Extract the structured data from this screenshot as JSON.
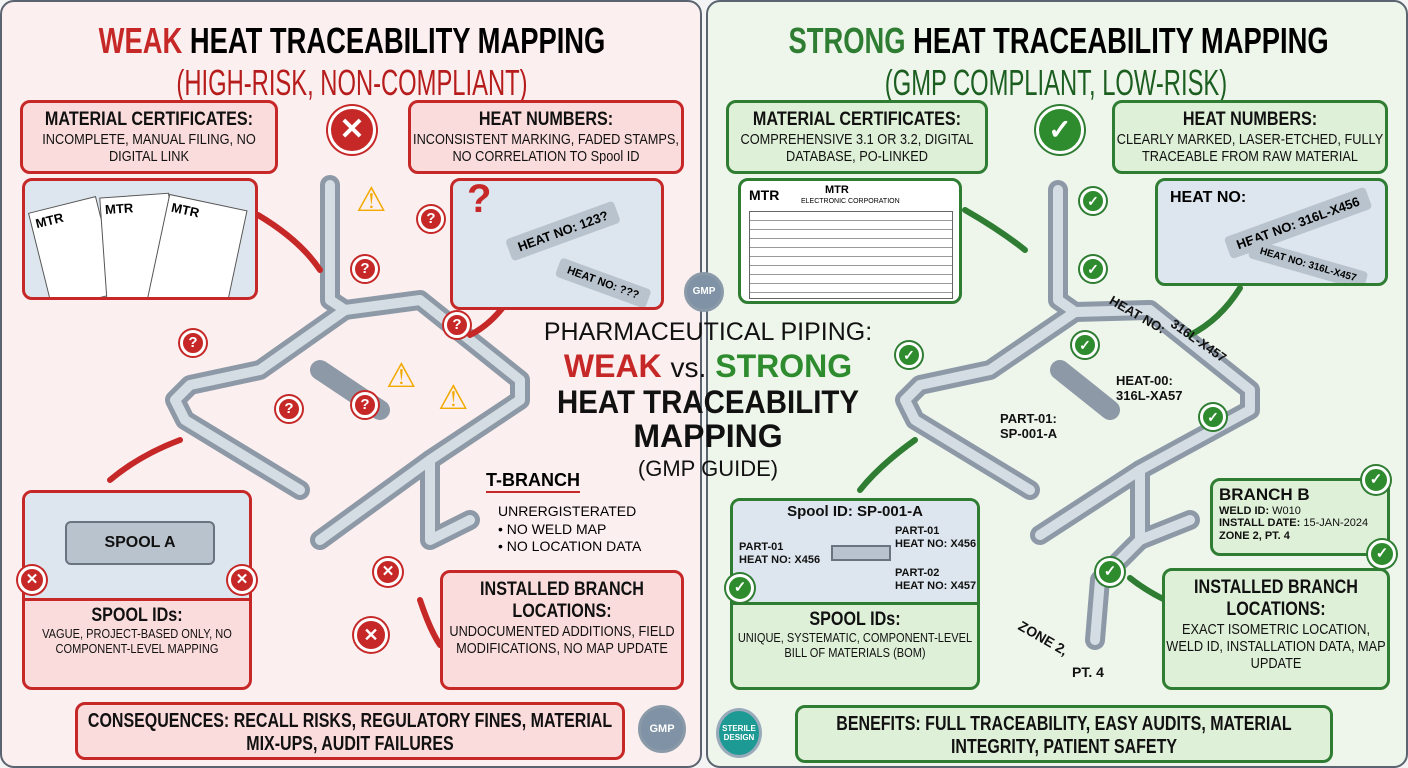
{
  "center": {
    "line1": "PHARMACEUTICAL PIPING:",
    "weak": "WEAK",
    "vs": "vs.",
    "strong": "STRONG",
    "line3": "HEAT TRACEABILITY",
    "line4": "MAPPING",
    "line5": "(GMP GUIDE)"
  },
  "weak": {
    "title_accent": "WEAK",
    "title_rest": " HEAT TRACEABILITY MAPPING",
    "subtitle": "(HIGH-RISK, NON-COMPLIANT)",
    "certificates": {
      "heading": "MATERIAL CERTIFICATES:",
      "body": "INCOMPLETE, MANUAL FILING, NO DIGITAL LINK"
    },
    "heat_numbers": {
      "heading": "HEAT NUMBERS:",
      "body": "INCONSISTENT MARKING, FADED STAMPS, NO CORRELATION TO Spool ID"
    },
    "mtr_labels": [
      "MTR",
      "MTR",
      "MTR"
    ],
    "heat_marks": [
      "HEAT NO: 123?",
      "HEAT NO: ???"
    ],
    "spool_label": "SPOOL A",
    "spool_ids": {
      "heading": "SPOOL IDs:",
      "body": "VAGUE, PROJECT-BASED ONLY, NO COMPONENT-LEVEL MAPPING"
    },
    "t_branch": {
      "heading": "T-BRANCH",
      "lines": [
        "UNRERGISTERATED",
        "• NO WELD MAP",
        "• NO LOCATION DATA"
      ]
    },
    "branch_locations": {
      "heading": "INSTALLED BRANCH LOCATIONS:",
      "body": "UNDOCUMENTED ADDITIONS, FIELD MODIFICATIONS, NO MAP UPDATE"
    },
    "consequences": "CONSEQUENCES: RECALL RISKS, REGULATORY FINES, MATERIAL MIX-UPS, AUDIT FAILURES",
    "seal": "GMP",
    "color": "#c62828"
  },
  "strong": {
    "title_accent": "STRONG",
    "title_rest": " HEAT TRACEABILITY MAPPING",
    "subtitle": "(GMP COMPLIANT, LOW-RISK)",
    "certificates": {
      "heading": "MATERIAL CERTIFICATES:",
      "body": "COMPREHENSIVE 3.1 OR 3.2, DIGITAL DATABASE, PO-LINKED"
    },
    "heat_numbers": {
      "heading": "HEAT NUMBERS:",
      "body": "CLEARLY MARKED, LASER-ETCHED, FULLY TRACEABLE FROM RAW MATERIAL"
    },
    "mtr_doc": {
      "left": "MTR",
      "title": "MTR",
      "subtitle": "ELECTRONIC CORPORATION"
    },
    "heat_image": {
      "label": "HEAT NO:",
      "marks": [
        "HEAT NO: 316L-X456",
        "HEAT NO: 316L-X457"
      ]
    },
    "pipe_labels": {
      "heat_no": "HEAT NO:",
      "heat_val": "316L-X457",
      "heat00": "HEAT-00:",
      "heat00_val": "316L-XA57",
      "part": "PART-01:",
      "part_val": "SP-001-A"
    },
    "spool_image": {
      "title": "Spool ID: SP-001-A",
      "parts": [
        {
          "name": "PART-01",
          "heat": "HEAT NO: X456"
        },
        {
          "name": "PART-01",
          "heat": "HEAT NO: X456"
        },
        {
          "name": "PART-02",
          "heat": "HEAT NO: X457"
        }
      ]
    },
    "spool_ids": {
      "heading": "SPOOL IDs:",
      "body": "UNIQUE, SYSTEMATIC, COMPONENT-LEVEL BILL OF MATERIALS (BOM)"
    },
    "branch_b": {
      "heading": "BRANCH B",
      "weld_label": "WELD ID:",
      "weld": "W010",
      "date_label": "INSTALL DATE:",
      "date": "15-JAN-2024",
      "zone": "ZONE 2, PT. 4"
    },
    "zone_label": "ZONE 2,",
    "zone_pt": "PT. 4",
    "branch_locations": {
      "heading": "INSTALLED BRANCH LOCATIONS:",
      "body": "EXACT ISOMETRIC LOCATION, WELD ID, INSTALLATION DATA, MAP UPDATE"
    },
    "benefits": "BENEFITS: FULL TRACEABILITY, EASY AUDITS, MATERIAL INTEGRITY, PATIENT SAFETY",
    "seal": "STERILE DESIGN",
    "color": "#2e7d32"
  },
  "center_seal": "GMP",
  "icons": {
    "fail": "x-circle-icon",
    "pass": "check-circle-icon",
    "warn": "warning-triangle-icon",
    "unknown": "question-circle-icon"
  }
}
